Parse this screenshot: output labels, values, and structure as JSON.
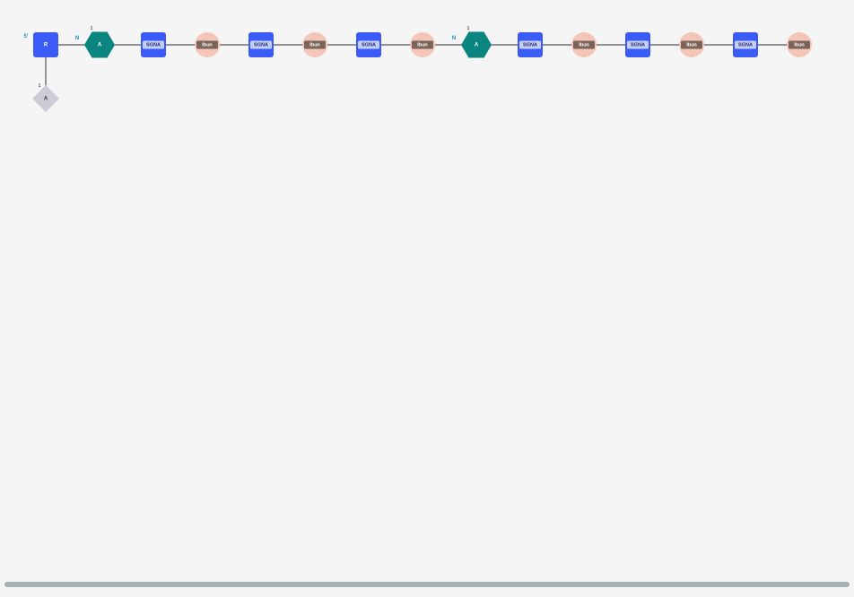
{
  "sequence": {
    "five_prime_label": "5'",
    "sugar_symbol": "R",
    "branch_base": "A",
    "branch_marker": "1",
    "units": [
      {
        "kind": "hexagon",
        "label": "A",
        "top_marker": "1",
        "side_label": "N"
      },
      {
        "kind": "square",
        "label": "SGNA"
      },
      {
        "kind": "circle",
        "label": "Ibun"
      },
      {
        "kind": "square",
        "label": "SGNA"
      },
      {
        "kind": "circle",
        "label": "Ibun"
      },
      {
        "kind": "square",
        "label": "SGNA"
      },
      {
        "kind": "circle",
        "label": "Ibun"
      },
      {
        "kind": "hexagon",
        "label": "A",
        "top_marker": "1",
        "side_label": "N"
      },
      {
        "kind": "square",
        "label": "SGNA"
      },
      {
        "kind": "circle",
        "label": "Ibun"
      },
      {
        "kind": "square",
        "label": "SGNA"
      },
      {
        "kind": "circle",
        "label": "Ibun"
      },
      {
        "kind": "square",
        "label": "SGNA"
      },
      {
        "kind": "circle",
        "label": "Ibun"
      }
    ]
  },
  "colors": {
    "sugar": "#3b5bf7",
    "hexagon": "#0a857f",
    "square": "#3b5bf7",
    "square_tag": "#c3cdf8",
    "circle": "#f4c6b8",
    "circle_tag": "#7a6358",
    "branch": "#ccccd6",
    "backbone": "#555555",
    "annotation": "#1a8fb0"
  }
}
